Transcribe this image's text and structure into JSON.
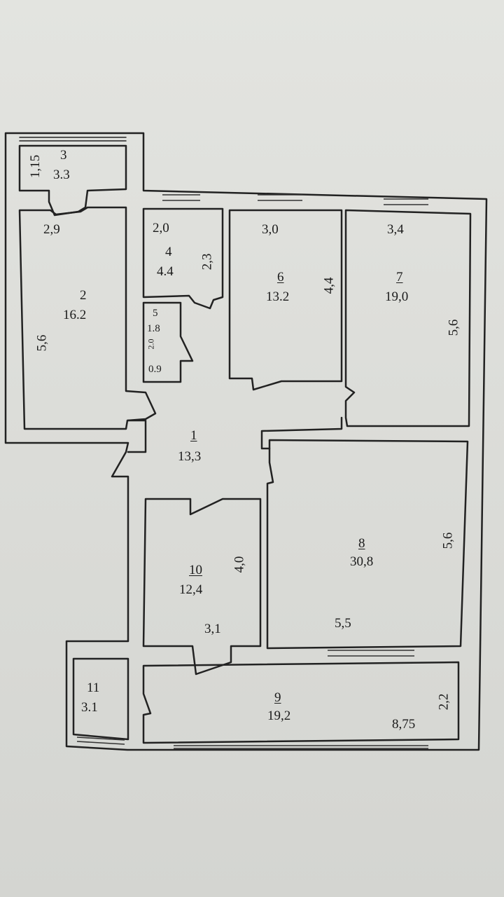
{
  "rooms": [
    {
      "number": "1",
      "area": "13,3"
    },
    {
      "number": "2",
      "area": "16.2"
    },
    {
      "number": "3",
      "area": "3.3"
    },
    {
      "number": "4",
      "area": "4.4"
    },
    {
      "number": "5",
      "area": "1.8"
    },
    {
      "number": "6",
      "area": "13.2"
    },
    {
      "number": "7",
      "area": "19,0"
    },
    {
      "number": "8",
      "area": "30,8"
    },
    {
      "number": "9",
      "area": "19,2"
    },
    {
      "number": "10",
      "area": "12,4"
    },
    {
      "number": "11",
      "area": "3.1"
    }
  ],
  "dimensions": {
    "r2_width": "2,9",
    "r2_length": "5,6",
    "r3_width": "1,15",
    "r4_width": "2,0",
    "r4_length": "2,3",
    "r5_length": "2.0",
    "r5_width": "0.9",
    "r6_width": "3,0",
    "r6_length": "4,4",
    "r7_width": "3,4",
    "r7_length": "5,6",
    "r8_length": "5,6",
    "r8_width": "5,5",
    "r9_width": "2,2",
    "r9_length": "8,75",
    "r10_length": "4,0",
    "r10_width": "3,1"
  }
}
